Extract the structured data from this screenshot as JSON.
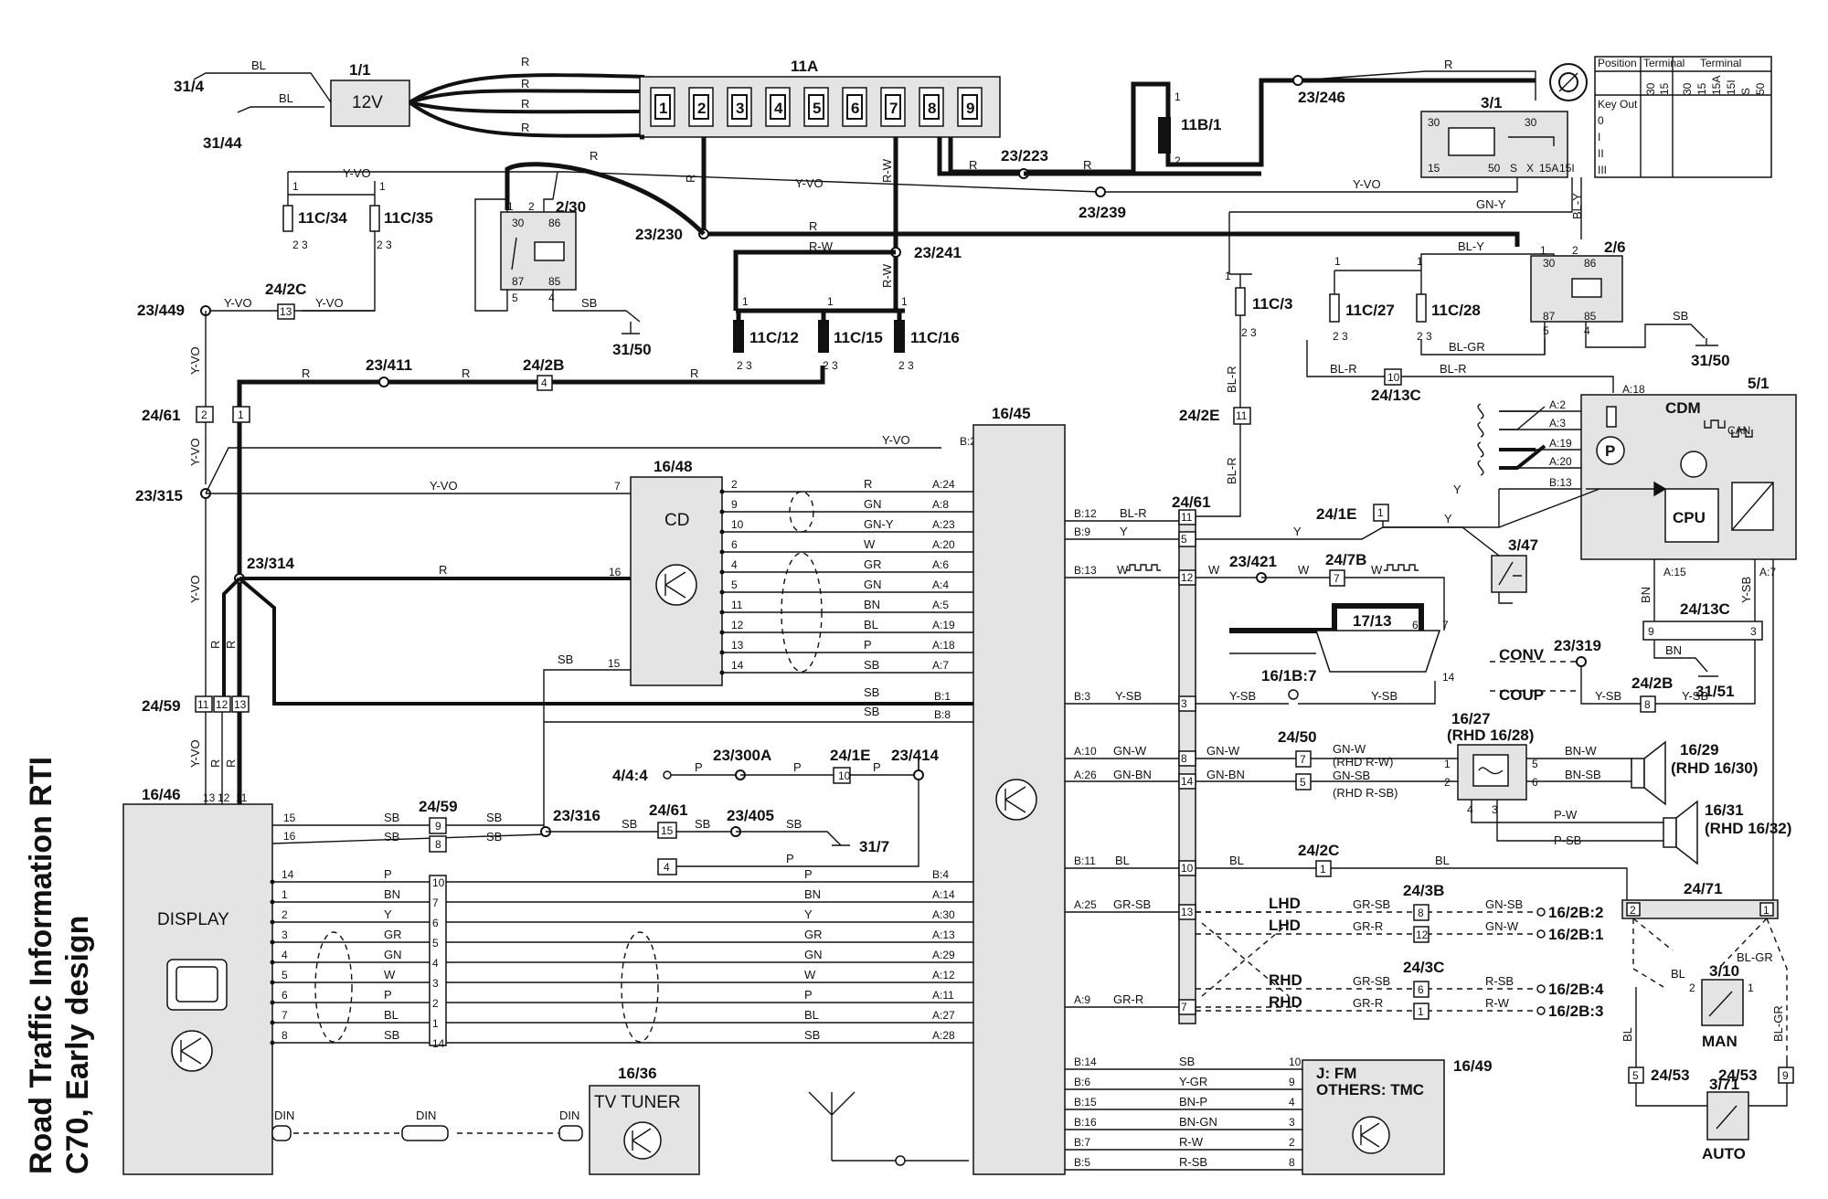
{
  "title": {
    "line1": "Road Traffic Information RTI",
    "line2": "C70, Early design"
  },
  "components": {
    "battery": {
      "id": "1/1",
      "label": "12V"
    },
    "fusebox": {
      "id": "11A",
      "fuses": [
        "1",
        "2",
        "3",
        "4",
        "5",
        "6",
        "7",
        "8",
        "9"
      ]
    },
    "fuse_11b1": "11B/1",
    "ignition": {
      "id": "3/1"
    },
    "relay_230": "2/30",
    "relay_26": "2/6",
    "cd": {
      "id": "16/48",
      "label": "CD"
    },
    "hub": "16/45",
    "display": {
      "id": "16/46",
      "label": "DISPLAY"
    },
    "tv_tuner": {
      "id": "16/36",
      "label": "TV TUNER"
    },
    "fm_tmc": {
      "id": "16/49",
      "line1": "J: FM",
      "line2": "OTHERS: TMC"
    },
    "cdm": {
      "id": "5/1",
      "label": "CDM",
      "cpu": "CPU",
      "can": "CAN"
    },
    "diag_connector": "17/13",
    "amp": {
      "id": "16/27",
      "alt": "(RHD 16/28)"
    },
    "speaker1": {
      "id": "16/29",
      "alt": "(RHD 16/30)"
    },
    "speaker2": {
      "id": "16/31",
      "alt": "(RHD 16/32)"
    },
    "switch_347": "3/47",
    "switch_310": {
      "id": "3/10",
      "label": "MAN"
    },
    "switch_371": {
      "id": "3/71",
      "label": "AUTO"
    },
    "conv": "CONV",
    "coup": "COUP",
    "lhd": "LHD",
    "rhd": "RHD",
    "din": "DIN"
  },
  "ignition_table": {
    "h_position": "Position",
    "h_terminal": "Terminal",
    "cols_a": [
      "30",
      "15"
    ],
    "cols_b": [
      "30",
      "15",
      "15A",
      "15I",
      "S",
      "50"
    ],
    "rows": [
      "Key Out",
      "0",
      "I",
      "II",
      "III"
    ]
  },
  "labels": {
    "g31_4": "31/4",
    "g31_44": "31/44",
    "g31_50": "31/50",
    "g31_50b": "31/50",
    "g31_51": "31/51",
    "g31_7": "31/7",
    "s23_246": "23/246",
    "s23_223": "23/223",
    "s23_239": "23/239",
    "s23_230": "23/230",
    "s23_241": "23/241",
    "s23_449": "23/449",
    "s23_411": "23/411",
    "s23_315": "23/315",
    "s23_314": "23/314",
    "s23_316": "23/316",
    "s23_300a": "23/300A",
    "s23_414": "23/414",
    "s23_405": "23/405",
    "s23_421": "23/421",
    "s23_319": "23/319",
    "f11c34": "11C/34",
    "f11c35": "11C/35",
    "f11c12": "11C/12",
    "f11c15": "11C/15",
    "f11c16": "11C/16",
    "f11c3": "11C/3",
    "f11c27": "11C/27",
    "f11c28": "11C/28",
    "c24_2c": "24/2C",
    "c24_2b": "24/2B",
    "c24_61": "24/61",
    "c24_59": "24/59",
    "c24_2e": "24/2E",
    "c24_13c": "24/13C",
    "c24_1e": "24/1E",
    "c24_7b": "24/7B",
    "c24_50": "24/50",
    "c24_3b": "24/3B",
    "c24_3c": "24/3C",
    "c24_71": "24/71",
    "c24_53": "24/53",
    "c16_1b7": "16/1B:7",
    "c4_4_4": "4/4:4",
    "d16_2b2": "16/2B:2",
    "d16_2b1": "16/2B:1",
    "d16_2b4": "16/2B:4",
    "d16_2b3": "16/2B:3"
  },
  "wires": {
    "bl": "BL",
    "r": "R",
    "yvo": "Y-VO",
    "rw": "R-W",
    "sb": "SB",
    "gny": "GN-Y",
    "bly": "BL-Y",
    "blr": "BL-R",
    "blgr": "BL-GR",
    "y": "Y",
    "w": "W",
    "gn": "GN",
    "gr": "GR",
    "bn": "BN",
    "p": "P",
    "ysb": "Y-SB",
    "gnw": "GN-W",
    "gnbn": "GN-BN",
    "grsb": "GR-SB",
    "grr": "GR-R",
    "bnw": "BN-W",
    "bnsb": "BN-SB",
    "pw": "P-W",
    "psb": "P-SB",
    "ygr": "Y-GR",
    "bnp": "BN-P",
    "bngn": "BN-GN",
    "rsb": "R-SB",
    "gnsb": "GN-SB",
    "rhdrw": "(RHD R-W)",
    "rhdrsb": "(RHD R-SB)"
  },
  "cd_pins": [
    {
      "pin": "2",
      "wire": "R",
      "b": "A:24"
    },
    {
      "pin": "9",
      "wire": "GN",
      "b": "A:8"
    },
    {
      "pin": "10",
      "wire": "GN-Y",
      "b": "A:23"
    },
    {
      "pin": "6",
      "wire": "W",
      "b": "A:20"
    },
    {
      "pin": "4",
      "wire": "GR",
      "b": "A:6"
    },
    {
      "pin": "5",
      "wire": "GN",
      "b": "A:4"
    },
    {
      "pin": "11",
      "wire": "BN",
      "b": "A:5"
    },
    {
      "pin": "12",
      "wire": "BL",
      "b": "A:19"
    },
    {
      "pin": "13",
      "wire": "P",
      "b": "A:18"
    },
    {
      "pin": "14",
      "wire": "SB",
      "b": "A:7"
    }
  ],
  "display_pins": [
    {
      "pin": "14",
      "wire": "P",
      "c": "10",
      "b": "B:4"
    },
    {
      "pin": "1",
      "wire": "BN",
      "c": "7",
      "b": "A:14"
    },
    {
      "pin": "2",
      "wire": "Y",
      "c": "6",
      "b": "A:30"
    },
    {
      "pin": "3",
      "wire": "GR",
      "c": "5",
      "b": "A:13"
    },
    {
      "pin": "4",
      "wire": "GN",
      "c": "4",
      "b": "A:29"
    },
    {
      "pin": "5",
      "wire": "W",
      "c": "3",
      "b": "A:12"
    },
    {
      "pin": "6",
      "wire": "P",
      "c": "2",
      "b": "A:11"
    },
    {
      "pin": "7",
      "wire": "BL",
      "c": "1",
      "b": "A:27"
    },
    {
      "pin": "8",
      "wire": "SB",
      "c": "14",
      "b": "A:28"
    }
  ],
  "fm_pins": [
    {
      "b": "B:14",
      "wire": "SB",
      "pin": "10"
    },
    {
      "b": "B:6",
      "wire": "Y-GR",
      "pin": "9"
    },
    {
      "b": "B:15",
      "wire": "BN-P",
      "pin": "4"
    },
    {
      "b": "B:16",
      "wire": "BN-GN",
      "pin": "3"
    },
    {
      "b": "B:7",
      "wire": "R-W",
      "pin": "2"
    },
    {
      "b": "B:5",
      "wire": "R-SB",
      "pin": "8"
    }
  ],
  "hub_pins": {
    "b2": "B:2",
    "b12": "B:12",
    "b9": "B:9",
    "b13": "B:13",
    "b3": "B:3",
    "b1": "B:1",
    "b8": "B:8",
    "a10": "A:10",
    "a26": "A:26",
    "b11": "B:11",
    "a25": "A:25",
    "a9": "A:9"
  },
  "cdm_pins": {
    "a2": "A:2",
    "a3": "A:3",
    "a19": "A:19",
    "a20": "A:20",
    "b13": "B:13",
    "a18": "A:18",
    "a15": "A:15",
    "a7": "A:7"
  }
}
